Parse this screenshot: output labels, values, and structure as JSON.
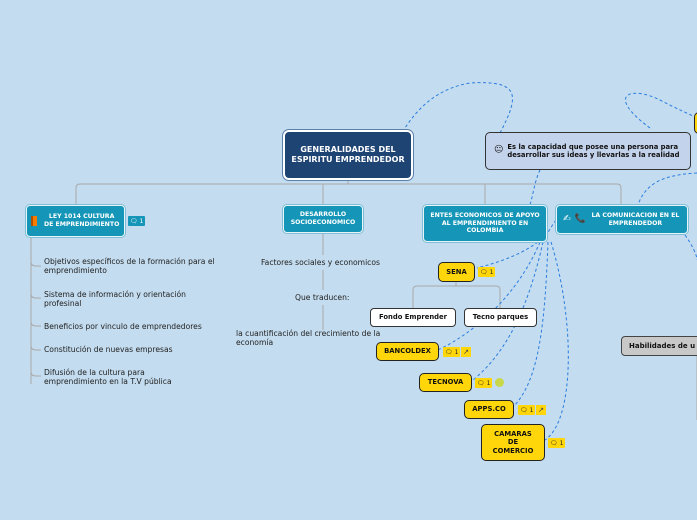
{
  "colors": {
    "background": "#c3dcef",
    "central_fill": "#1e4474",
    "main_topic_fill": "#1596b8",
    "highlight_fill": "#ffd60a",
    "note_fill": "#c4d3ec",
    "relation_line": "#2b7de0",
    "connector_line": "#a9a9a9"
  },
  "central": {
    "label": "GENERALIDADES DEL ESPIRITU EMPRENDEDOR"
  },
  "definition_note": {
    "icon": "neutral-face-emoji",
    "text": "Es la  capacidad que posee una persona para desarrollar sus ideas y llevarlas a la realidad"
  },
  "main_topics": [
    {
      "label": "LEY 1014 CULTURA DE EMPRENDIMIENTO",
      "icon": "book-icon",
      "comments": "1"
    },
    {
      "label": "DESARROLLO SOCIOECONOMICO"
    },
    {
      "label": "ENTES ECONOMICOS DE APOYO AL EMPRENDIMIENTO EN COLOMBIA"
    },
    {
      "label": "LA COMUNICACION EN EL EMPRENDEDOR",
      "icons": [
        "writing-hand-icon",
        "telephone-icon"
      ]
    }
  ],
  "ley_subtopics": [
    "Objetivos específicos de la formación para el emprendimiento",
    "Sistema de información y orientación profesinal",
    "Beneficios por vinculo de emprendedores",
    "Constitución de nuevas empresas",
    "Difusión  de la cultura para emprendimiento en la T.V pública"
  ],
  "desarrollo_subtopics": {
    "factores": "Factores sociales y economicos",
    "que_traducen": "Que traducen:",
    "cuantificacion": "la cuantificación del crecimiento de la economía"
  },
  "entes": {
    "sena": {
      "label": "SENA",
      "comments": "1"
    },
    "sena_children": [
      "Fondo Emprender",
      "Tecno parques"
    ],
    "bancoldex": {
      "label": "BANCOLDEX",
      "comments": "1",
      "link": true
    },
    "tecnova": {
      "label": "TECNOVA",
      "comments": "1",
      "sticker": "green-sticker"
    },
    "appsco": {
      "label": "APPS.CO",
      "comments": "1",
      "link": true
    },
    "camaras": {
      "label": "CAMARAS DE COMERCIO",
      "comments": "1"
    }
  },
  "habilidades": {
    "label": "Habilidades de u"
  }
}
